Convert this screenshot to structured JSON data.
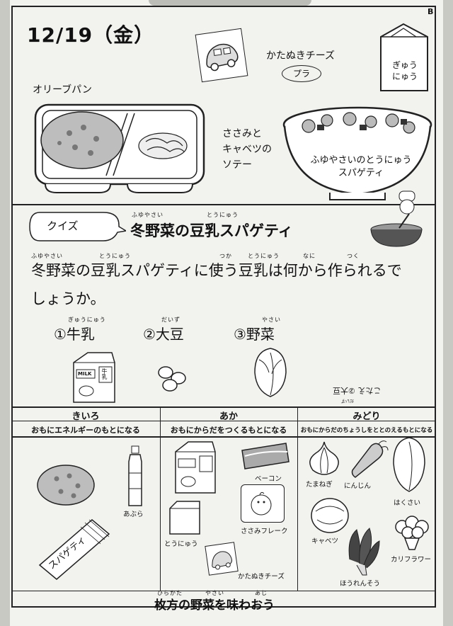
{
  "corner_mark": "B",
  "date": "12/19（金）",
  "menu": {
    "bread": "オリーブパン",
    "saute": [
      "ささみと",
      "キャベツの",
      "ソテー"
    ],
    "cheese": "かたぬきチーズ",
    "pla_mark": "プラ",
    "milk": [
      "ぎゅう",
      "にゅう"
    ],
    "pasta": [
      "ふゆやさいのとうにゅう",
      "スパゲティ"
    ]
  },
  "quiz": {
    "bubble": "クイズ",
    "title": "冬野菜の豆乳スパゲティ",
    "title_ruby": [
      {
        "text": "ふゆやさい"
      },
      {
        "text": "とうにゅう"
      }
    ],
    "question_line1": "冬野菜の豆乳スパゲティに使う豆乳は何から作られるで",
    "question_line2": "しょうか。",
    "question_ruby": [
      {
        "text": "ふゆやさい"
      },
      {
        "text": "とうにゅう"
      },
      {
        "text": "つか"
      },
      {
        "text": "とうにゅう"
      },
      {
        "text": "なに"
      },
      {
        "text": "つく"
      }
    ],
    "options": [
      {
        "label": "①牛乳",
        "ruby": "ぎゅうにゅう"
      },
      {
        "label": "②大豆",
        "ruby": "だいず"
      },
      {
        "label": "③野菜",
        "ruby": "やさい"
      }
    ],
    "milk_carton_text": "MILK",
    "milk_carton_kanji": "牛乳",
    "answer_upside_down": "こたえ ②大豆",
    "answer_ruby": "だいず"
  },
  "groups": [
    {
      "name": "きいろ",
      "desc": "おもにエネルギーのもとになる",
      "items": [
        "あぶら"
      ],
      "pasta_pack": "スパゲティ"
    },
    {
      "name": "あか",
      "desc": "おもにからだをつくるもとになる",
      "items": [
        "ベーコン",
        "ささみフレーク",
        "とうにゅう",
        "かたぬきチーズ"
      ]
    },
    {
      "name": "みどり",
      "desc": "おもにからだのちょうしをととのえるもとになる",
      "items": [
        "たまねぎ",
        "にんじん",
        "はくさい",
        "キャベツ",
        "カリフラワー",
        "ほうれんそう"
      ]
    }
  ],
  "footer": {
    "text": "枚方の野菜を味わおう",
    "ruby": [
      {
        "text": "ひらかた"
      },
      {
        "text": "やさい"
      },
      {
        "text": "あじ"
      }
    ]
  }
}
